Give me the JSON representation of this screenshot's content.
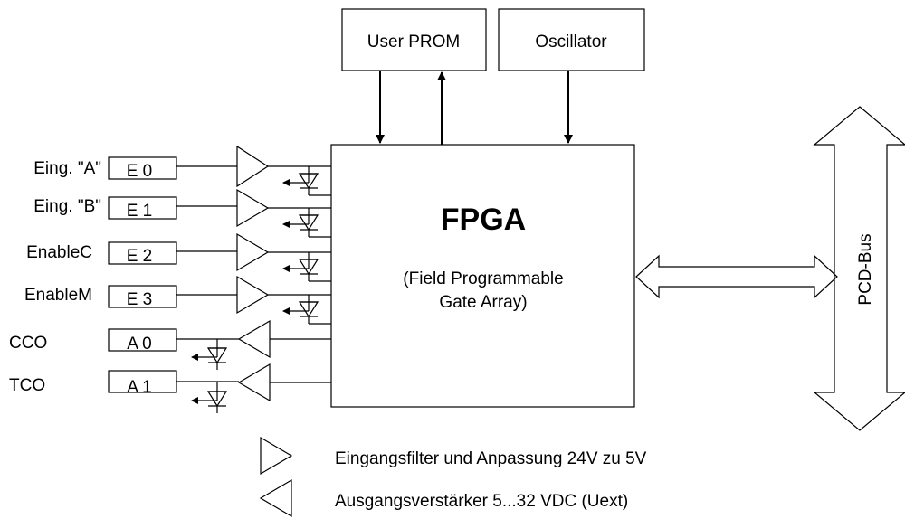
{
  "blocks": {
    "user_prom": "User PROM",
    "oscillator": "Oscillator",
    "fpga_title": "FPGA",
    "fpga_sub1": "(Field Programmable",
    "fpga_sub2": "Gate Array)",
    "bus": "PCD-Bus"
  },
  "inputs": [
    {
      "label": "Eing. \"A\"",
      "pin": "E 0"
    },
    {
      "label": "Eing. \"B\"",
      "pin": "E 1"
    },
    {
      "label": "EnableC",
      "pin": "E 2"
    },
    {
      "label": "EnableM",
      "pin": "E 3"
    }
  ],
  "outputs": [
    {
      "label": "CCO",
      "pin": "A 0"
    },
    {
      "label": "TCO",
      "pin": "A 1"
    }
  ],
  "legend": {
    "input_filter": "Eingangsfilter und Anpassung 24V zu 5V",
    "output_amp": "Ausgangsverstärker 5...32 VDC (Uext)"
  }
}
